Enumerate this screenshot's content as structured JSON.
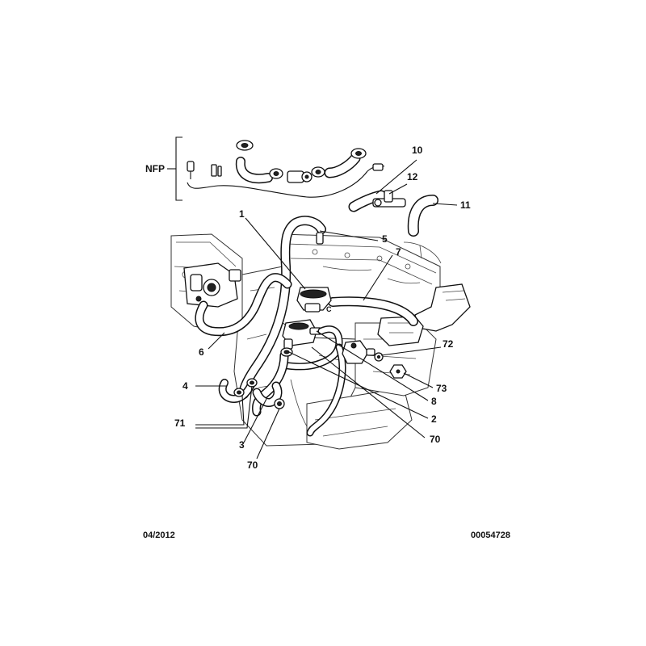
{
  "diagram": {
    "callouts": [
      {
        "id": "nfp",
        "text": "NFP"
      },
      {
        "id": "c10",
        "text": "10"
      },
      {
        "id": "c12",
        "text": "12"
      },
      {
        "id": "c11",
        "text": "11"
      },
      {
        "id": "c1",
        "text": "1"
      },
      {
        "id": "c5",
        "text": "5"
      },
      {
        "id": "c7",
        "text": "7"
      },
      {
        "id": "cC",
        "text": "C"
      },
      {
        "id": "c6",
        "text": "6"
      },
      {
        "id": "c72",
        "text": "72"
      },
      {
        "id": "c4",
        "text": "4"
      },
      {
        "id": "c73",
        "text": "73"
      },
      {
        "id": "c8",
        "text": "8"
      },
      {
        "id": "c71",
        "text": "71"
      },
      {
        "id": "c2",
        "text": "2"
      },
      {
        "id": "c70a",
        "text": "70"
      },
      {
        "id": "c3",
        "text": "3"
      },
      {
        "id": "c70b",
        "text": "70"
      }
    ]
  },
  "footer": {
    "date": "04/2012",
    "reference": "00054728"
  }
}
